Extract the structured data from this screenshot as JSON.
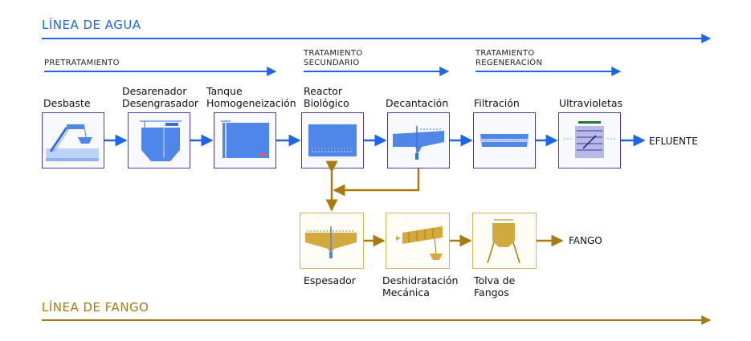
{
  "water_line": {
    "title": "LÍNEA DE AGUA",
    "color": "#1f66e5"
  },
  "sludge_line": {
    "title": "LÍNEA DE FANGO",
    "color": "#a87a12"
  },
  "stages": [
    {
      "lines": [
        "PRETRATAMIENTO"
      ]
    },
    {
      "lines": [
        "TRATAMIENTO",
        "SECUNDARIO"
      ]
    },
    {
      "lines": [
        "TRATAMIENTO",
        "REGENERACIÓN"
      ]
    }
  ],
  "water_steps": [
    {
      "lines": [
        "Desbaste"
      ],
      "icon": "screen-icon"
    },
    {
      "lines": [
        "Desarenador",
        "Desengrasador"
      ],
      "icon": "grit-tank-icon"
    },
    {
      "lines": [
        "Tanque",
        "Homogeneización"
      ],
      "icon": "homogenization-tank-icon"
    },
    {
      "lines": [
        "Reactor",
        "Biológico"
      ],
      "icon": "bioreactor-icon"
    },
    {
      "lines": [
        "Decantación"
      ],
      "icon": "clarifier-icon"
    },
    {
      "lines": [
        "Filtración"
      ],
      "icon": "filter-icon"
    },
    {
      "lines": [
        "Ultravioletas"
      ],
      "icon": "uv-lamp-icon"
    }
  ],
  "water_output": "EFLUENTE",
  "sludge_steps": [
    {
      "lines": [
        "Espesador"
      ],
      "icon": "thickener-icon"
    },
    {
      "lines": [
        "Deshidratación",
        "Mecánica"
      ],
      "icon": "dewatering-screw-icon"
    },
    {
      "lines": [
        "Tolva de",
        "Fangos"
      ],
      "icon": "sludge-hopper-icon"
    }
  ],
  "sludge_output": "FANGO",
  "colors": {
    "water_fill": "#4f86e8",
    "water_light": "#bcd3f7",
    "sludge_fill": "#d2a93c",
    "box_border": "#4a3fa0"
  }
}
